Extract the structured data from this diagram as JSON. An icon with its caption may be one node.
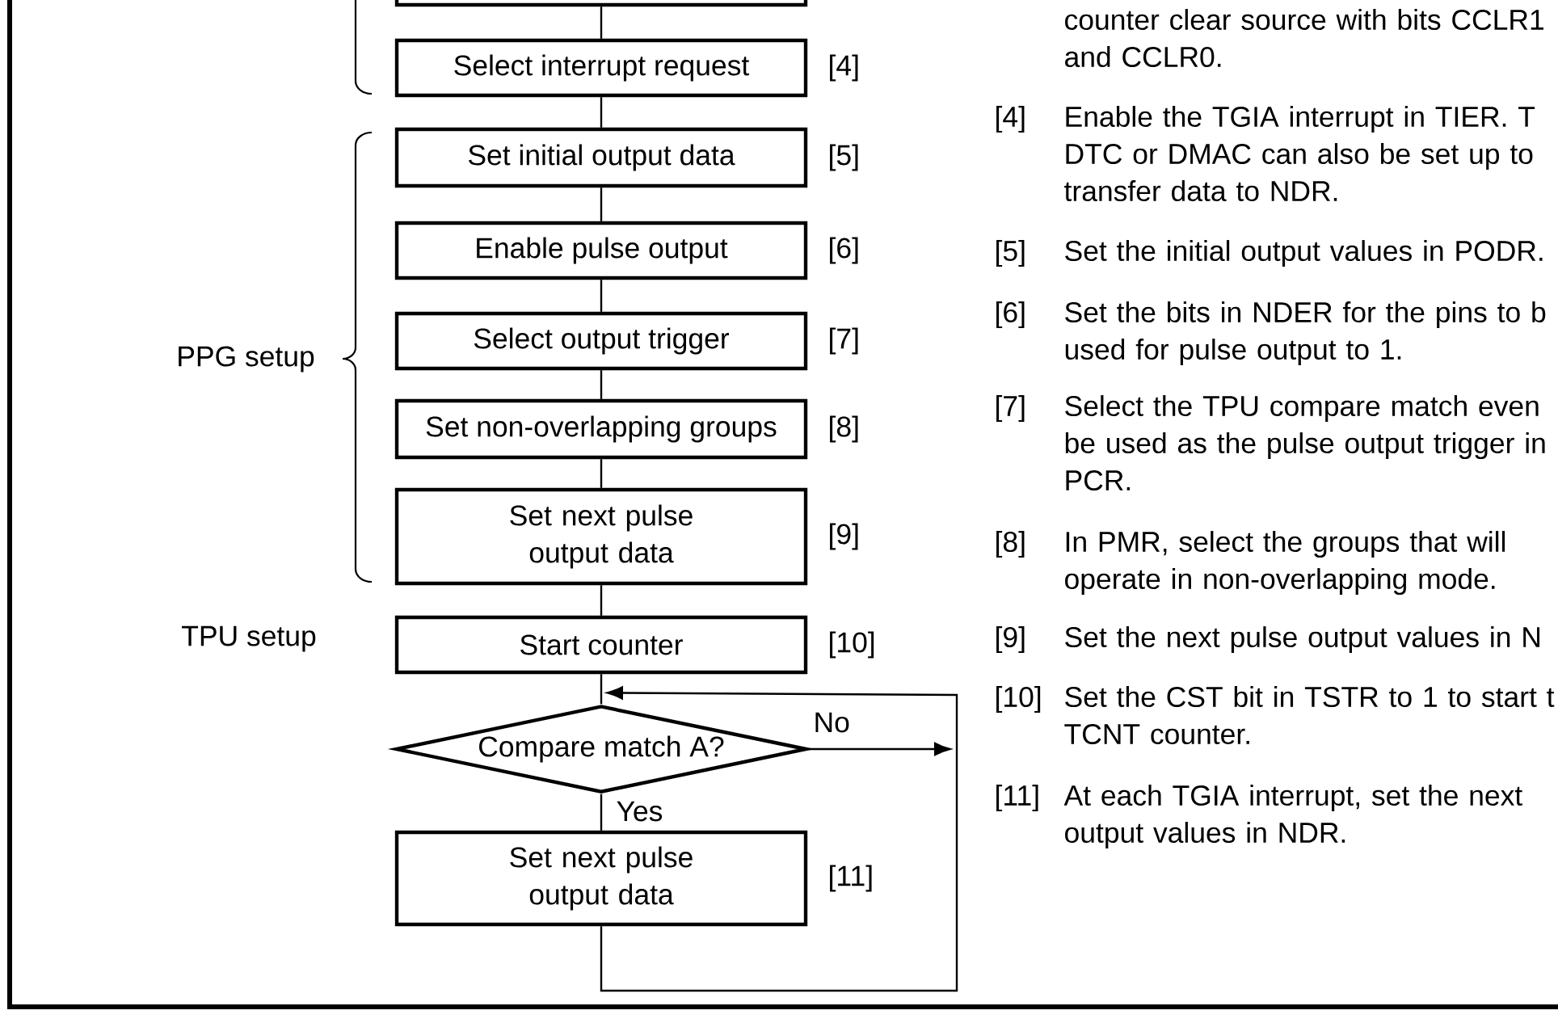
{
  "diagram": {
    "nodes": [
      {
        "text": [],
        "shape": "box"
      },
      {
        "text": [
          "Select interrupt request"
        ],
        "beside": [
          "[4]"
        ]
      },
      {
        "text": [
          "Set initial output data"
        ],
        "beside": [
          "[5]"
        ]
      },
      {
        "text": [
          "Enable pulse output"
        ],
        "beside": [
          "[6]"
        ]
      },
      {
        "text": [
          "Select output trigger"
        ],
        "beside": [
          "[7]"
        ]
      },
      {
        "text": [
          "Set non-overlapping groups"
        ],
        "beside": [
          "[8]"
        ]
      },
      {
        "text": [
          "Set next pulse output data"
        ],
        "beside": [
          "[9]"
        ]
      },
      {
        "text": [
          "Start counter"
        ],
        "beside": [
          "[10]"
        ]
      },
      {
        "text": [
          "Compare match A?"
        ]
      },
      {
        "text": [
          "Set next pulse output data"
        ],
        "beside": [
          "[11]"
        ]
      }
    ],
    "edges": [
      {
        "from": 0,
        "to": 1,
        "arrow": "none"
      },
      {
        "from": 1,
        "to": 2,
        "arrow": "none"
      },
      {
        "from": 2,
        "to": 3,
        "arrow": "none"
      },
      {
        "from": 3,
        "to": 4,
        "arrow": "none"
      },
      {
        "from": 4,
        "to": 5,
        "arrow": "none"
      },
      {
        "from": 5,
        "to": 6,
        "arrow": "none"
      },
      {
        "from": 6,
        "to": 7,
        "arrow": "none"
      },
      {
        "from": 7,
        "to": 8,
        "arrow": "none"
      },
      {
        "from": 8,
        "to": 9,
        "arrow": "none",
        "label": "Yes"
      },
      {
        "from": 8,
        "to": null,
        "arrow": "to",
        "label": "No"
      },
      {
        "from": 9,
        "to": 8,
        "arrow": "to"
      }
    ],
    "labels": [
      "counter clear source with bits CCLR1 and CCLR0.",
      "[4]",
      "Enable the TGIA interrupt in TIER. T DTC or DMAC can also be set up to transfer data to NDR.",
      "[5]",
      "Set the initial output values in PODR.",
      "PPG setup",
      "[6]",
      "Set the bits in NDER for the pins to b used for pulse output to 1.",
      "[7]",
      "Select the TPU compare match even be used as the pulse output trigger in PCR.",
      "[8]",
      "In PMR, select the groups that will operate in non-overlapping mode.",
      "TPU setup",
      "[9]",
      "Set the next pulse output values in N",
      "[10]",
      "Set the CST bit in TSTR to 1 to start t TCNT counter.",
      "[11]",
      "At each TGIA interrupt, set the next output values in NDR."
    ]
  }
}
